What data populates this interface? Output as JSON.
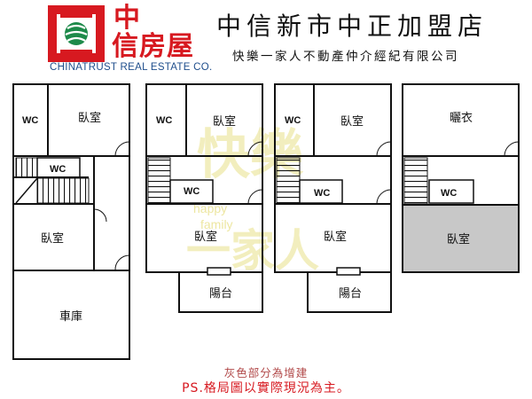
{
  "header": {
    "brand_zh_line1": "中",
    "brand_zh_line2": "信房屋",
    "brand_en": "CHINATRUST REAL ESTATE CO.",
    "store_name": "中信新市中正加盟店",
    "company": "快樂一家人不動產仲介經紀有限公司",
    "brand_color": "#d71920"
  },
  "watermark": {
    "line1": "快樂",
    "line2": "一家人",
    "en1": "happy",
    "en2": "family"
  },
  "plans": {
    "p1": {
      "wc": "WC",
      "wc2": "WC",
      "bedroom_top": "臥室",
      "bedroom_mid": "臥室",
      "garage": "車庫"
    },
    "p2": {
      "wc": "WC",
      "wc2": "WC",
      "bedroom_top": "臥室",
      "bedroom_main": "臥室",
      "balcony": "陽台"
    },
    "p3": {
      "wc": "WC",
      "wc2": "WC",
      "bedroom_top": "臥室",
      "bedroom_main": "臥室",
      "balcony": "陽台"
    },
    "p4": {
      "drying": "曬衣",
      "wc": "WC",
      "bedroom_extra": "臥室",
      "extension_fill": "#c8c8c8"
    }
  },
  "notes": {
    "gray_note": "灰色部分為增建",
    "ps_note": "PS.格局圖以實際現況為主。"
  }
}
